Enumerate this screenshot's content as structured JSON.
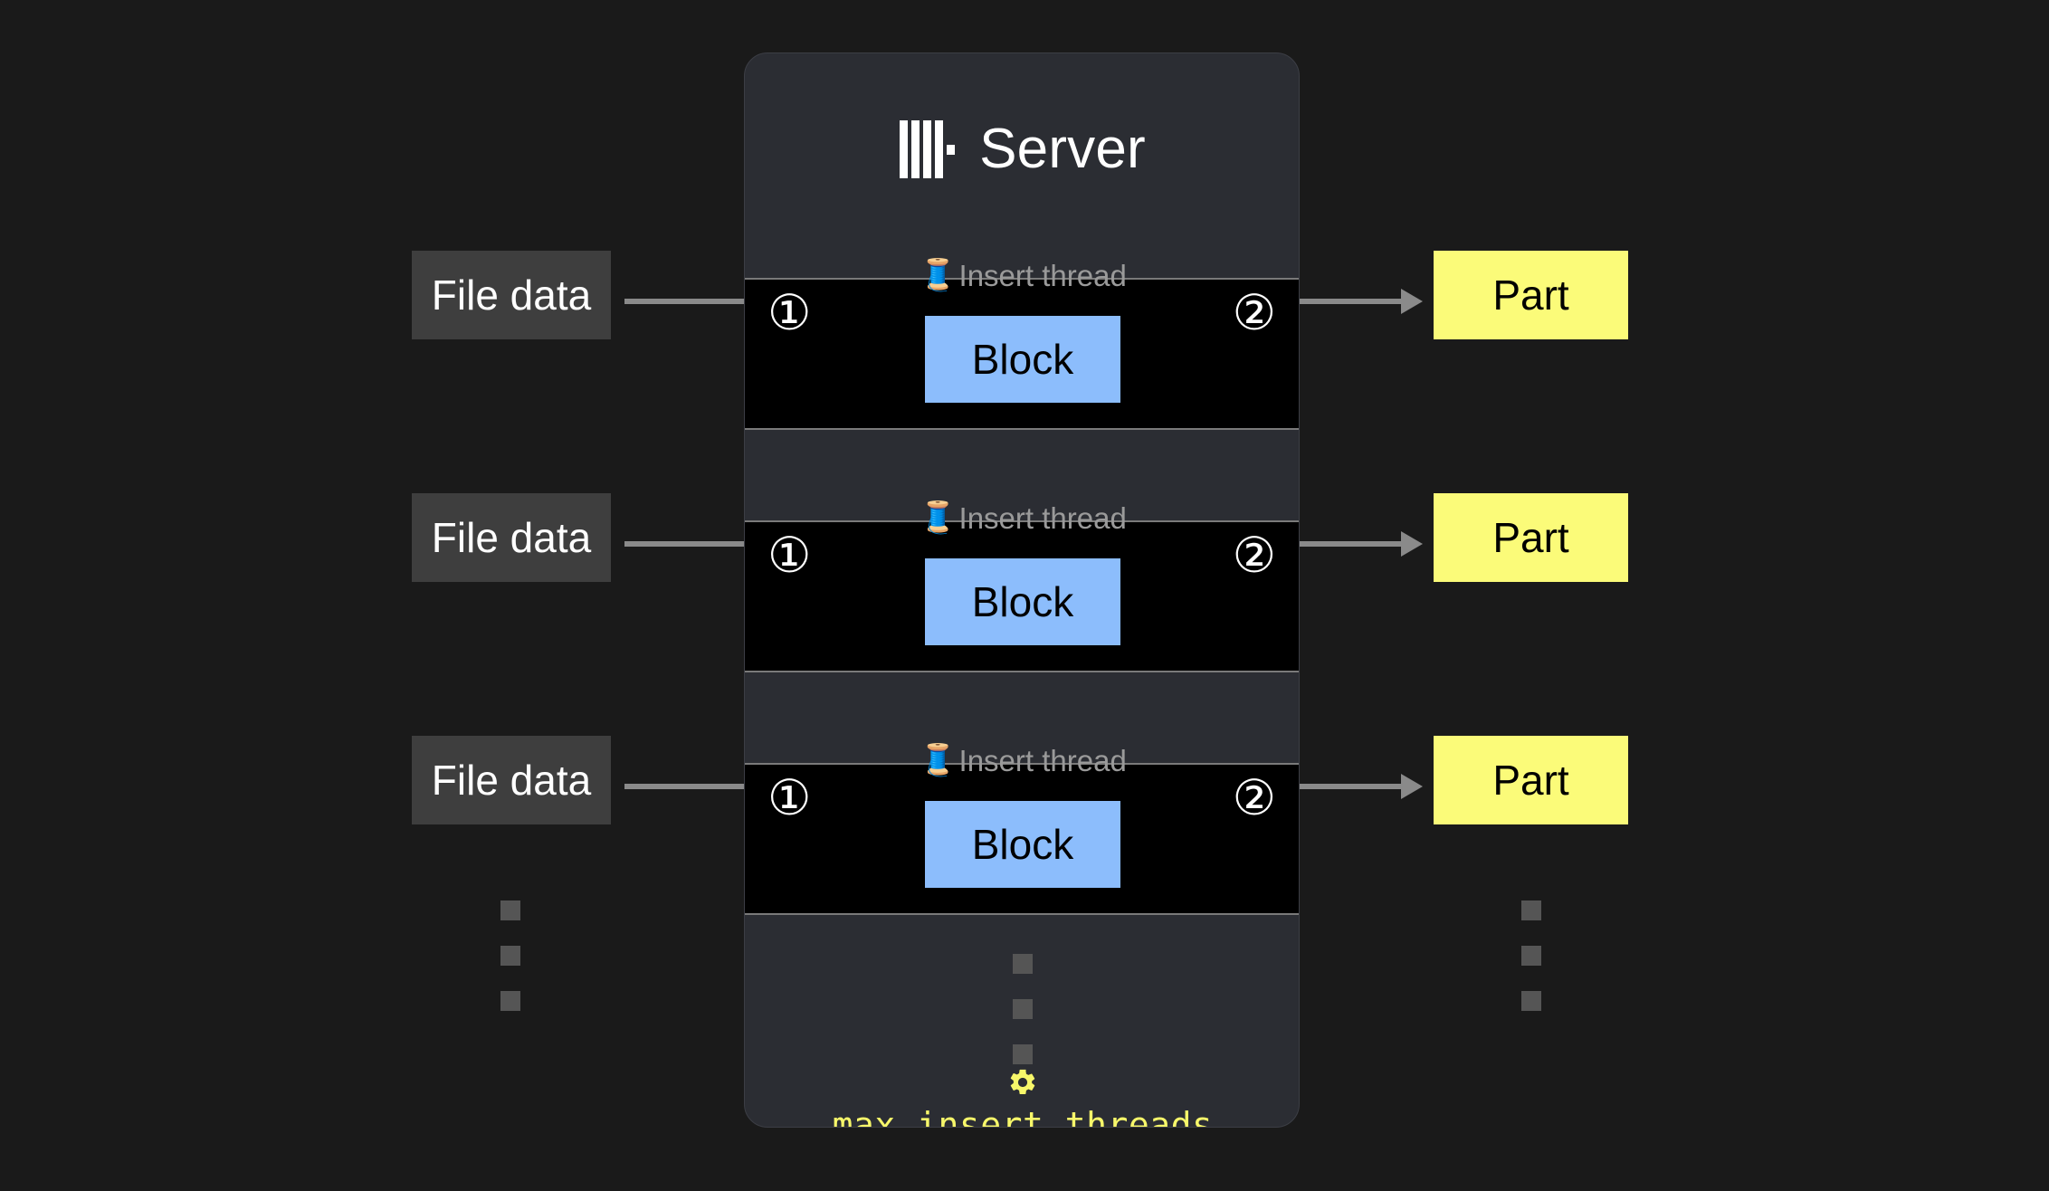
{
  "background_color": "#1a1a1a",
  "server": {
    "title": "Server",
    "logo_icon": "clickhouse-logo-icon",
    "panel_color": "#2b2d33",
    "threads": [
      {
        "label": "Insert thread",
        "label_icon": "thread-spool-icon",
        "step_in": "①",
        "step_out": "②",
        "block_label": "Block",
        "block_color": "#8cbdfc"
      },
      {
        "label": "Insert thread",
        "label_icon": "thread-spool-icon",
        "step_in": "①",
        "step_out": "②",
        "block_label": "Block",
        "block_color": "#8cbdfc"
      },
      {
        "label": "Insert thread",
        "label_icon": "thread-spool-icon",
        "step_in": "①",
        "step_out": "②",
        "block_label": "Block",
        "block_color": "#8cbdfc"
      }
    ],
    "setting": {
      "icon": "gear-icon",
      "glyph": "⚙",
      "name": "max_insert_threads",
      "color": "#f7f76a"
    },
    "continuation_icon": "vertical-ellipsis-icon"
  },
  "inputs": [
    {
      "label": "File data",
      "color": "#3e3e3e"
    },
    {
      "label": "File data",
      "color": "#3e3e3e"
    },
    {
      "label": "File data",
      "color": "#3e3e3e"
    }
  ],
  "outputs": [
    {
      "label": "Part",
      "color": "#fbfb79"
    },
    {
      "label": "Part",
      "color": "#fbfb79"
    },
    {
      "label": "Part",
      "color": "#fbfb79"
    }
  ]
}
